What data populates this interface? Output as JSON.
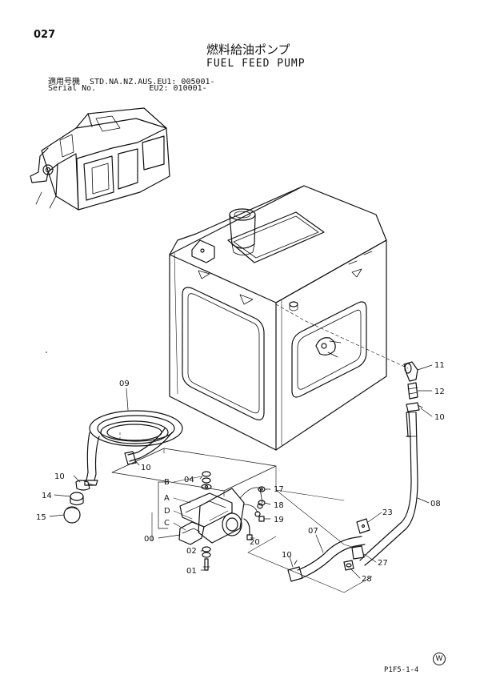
{
  "header": {
    "page_number": "027",
    "title_jp": "燃料給油ポンプ",
    "title_en": "FUEL FEED PUMP",
    "serial_line1": "適用号機  STD.NA.NZ.AUS.EU1: 005001-",
    "serial_line2": "Serial No.           EU2: 010001-"
  },
  "footer": {
    "drawing_no": "P1F5-1-4",
    "w_mark": "W"
  },
  "labels": {
    "l11": "11",
    "l12": "12",
    "l10a": "10",
    "l09": "09",
    "l10b": "10",
    "l10c": "10",
    "l14": "14",
    "l15": "15",
    "lB": "B",
    "l04": "04",
    "lA": "A",
    "lD": "D",
    "lC": "C",
    "l00": "00",
    "l02": "02",
    "l01": "01",
    "l17": "17",
    "l18": "18",
    "l19": "19",
    "l20": "20",
    "l08": "08",
    "l23": "23",
    "l07": "07",
    "l27": "27",
    "l28": "28",
    "l10d": "10"
  }
}
